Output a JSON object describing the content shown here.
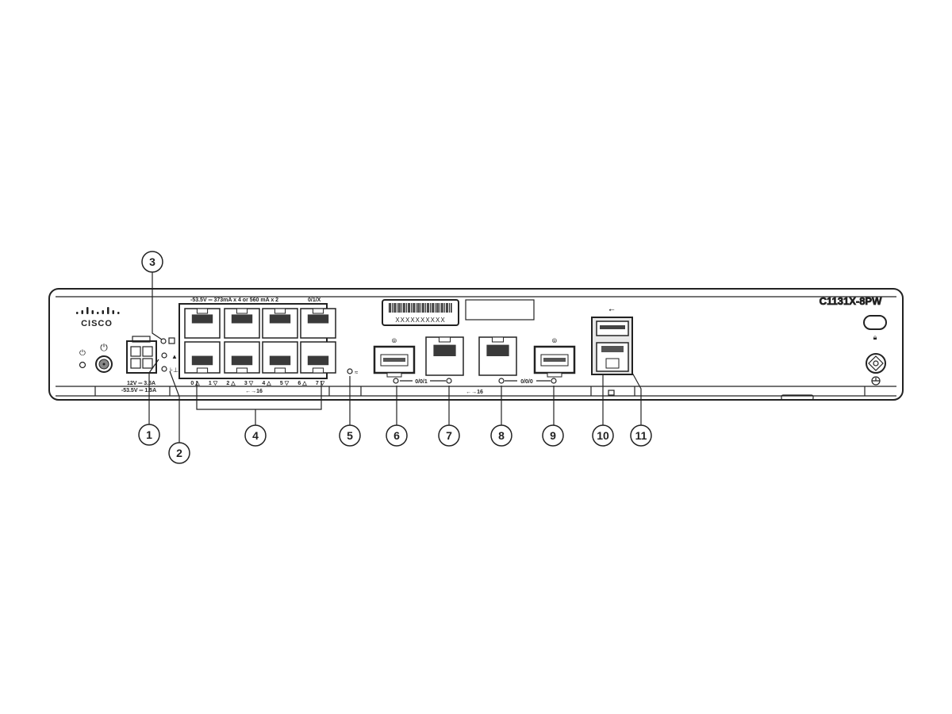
{
  "device": {
    "model": "C1131X-8PW",
    "brand": "CISCO",
    "poe_rating": "-53.5V ═ 373mA x 4 or 560 mA x 2",
    "switch_slot": "0/1/X",
    "power_rating_12v": "12V ═ 3.5A",
    "power_rating_53v": "-53.5V ═ 1.5A",
    "serial_label": "XXXXXXXXXX",
    "port_labels": [
      "0 △",
      "1 ▽",
      "2 △",
      "3 ▽",
      "4 △",
      "5 ▽",
      "6 △",
      "7 ▽"
    ],
    "wan_label_1": "0/0/1",
    "wan_label_0": "0/0/0",
    "poe_port_count_label": "←→16",
    "icons": [
      "power-icon",
      "usb-icon",
      "wifi-icon",
      "lock-icon",
      "ground-icon",
      "sfp-icon",
      "console-icon"
    ]
  },
  "callouts": [
    "1",
    "2",
    "3",
    "4",
    "5",
    "6",
    "7",
    "8",
    "9",
    "10",
    "11"
  ],
  "colors": {
    "line": "#222222",
    "background": "#ffffff",
    "port_fill": "#3a3a3a"
  }
}
